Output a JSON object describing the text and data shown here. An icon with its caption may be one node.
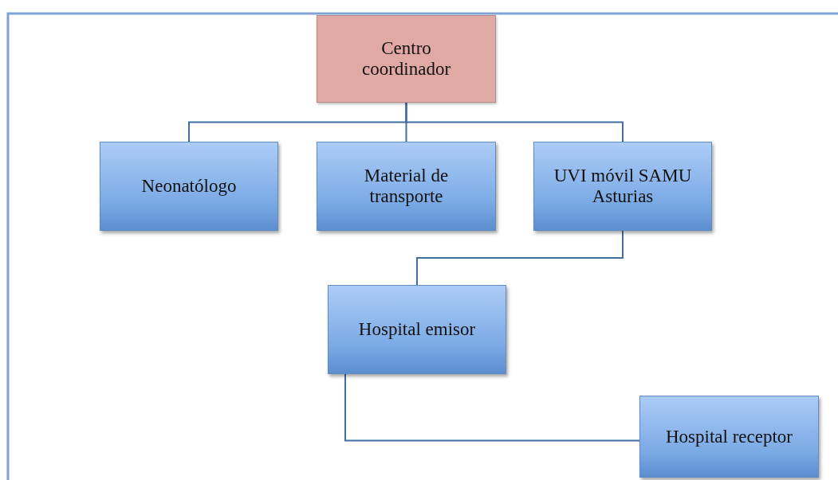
{
  "diagram": {
    "nodes": [
      {
        "text": [
          "Centro coordinador"
        ]
      },
      {
        "text": [
          "Neonatólogo"
        ]
      },
      {
        "text": [
          "Material de transporte"
        ]
      },
      {
        "text": [
          "UVI móvil SAMU Asturias"
        ]
      },
      {
        "text": [
          "Hospital emisor"
        ]
      },
      {
        "text": [
          "Hospital receptor"
        ]
      }
    ],
    "edges": [
      {
        "from": 0,
        "to": 1,
        "arrow": "none"
      },
      {
        "from": 0,
        "to": 2,
        "arrow": "none"
      },
      {
        "from": 0,
        "to": 3,
        "arrow": "none"
      },
      {
        "from": 3,
        "to": 4,
        "arrow": "none"
      },
      {
        "from": 4,
        "to": 5,
        "arrow": "none"
      }
    ]
  }
}
